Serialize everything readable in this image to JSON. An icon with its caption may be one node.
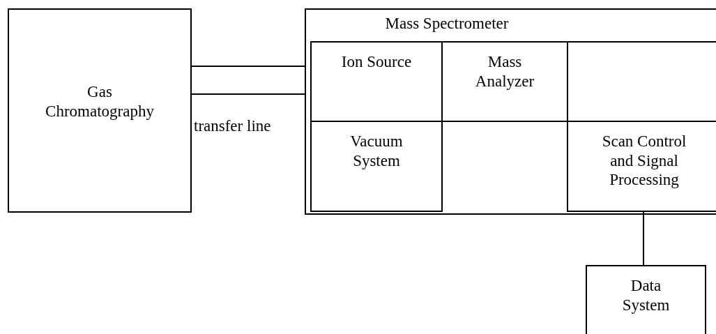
{
  "diagram": {
    "nodes": [
      {
        "text": [
          "Gas Chromatography"
        ]
      },
      {
        "text": [
          "Mass Spectrometer"
        ]
      },
      {
        "text": [
          "Ion Source"
        ],
        "in": 1
      },
      {
        "text": [
          "Mass Analyzer"
        ],
        "in": 1
      },
      {
        "text": [],
        "shape": "box",
        "in": 1
      },
      {
        "text": [
          "Vacuum System"
        ],
        "in": 1
      },
      {
        "text": [
          "Scan Control and Signal Processing"
        ],
        "in": 1
      },
      {
        "text": [
          "Data System"
        ]
      }
    ],
    "edges": [
      {
        "from": 0,
        "to": 1,
        "arrow": "none"
      },
      {
        "from": 0,
        "to": 1,
        "arrow": "none",
        "label": "transfer line"
      },
      {
        "from": 6,
        "to": 7,
        "arrow": "none"
      }
    ]
  }
}
